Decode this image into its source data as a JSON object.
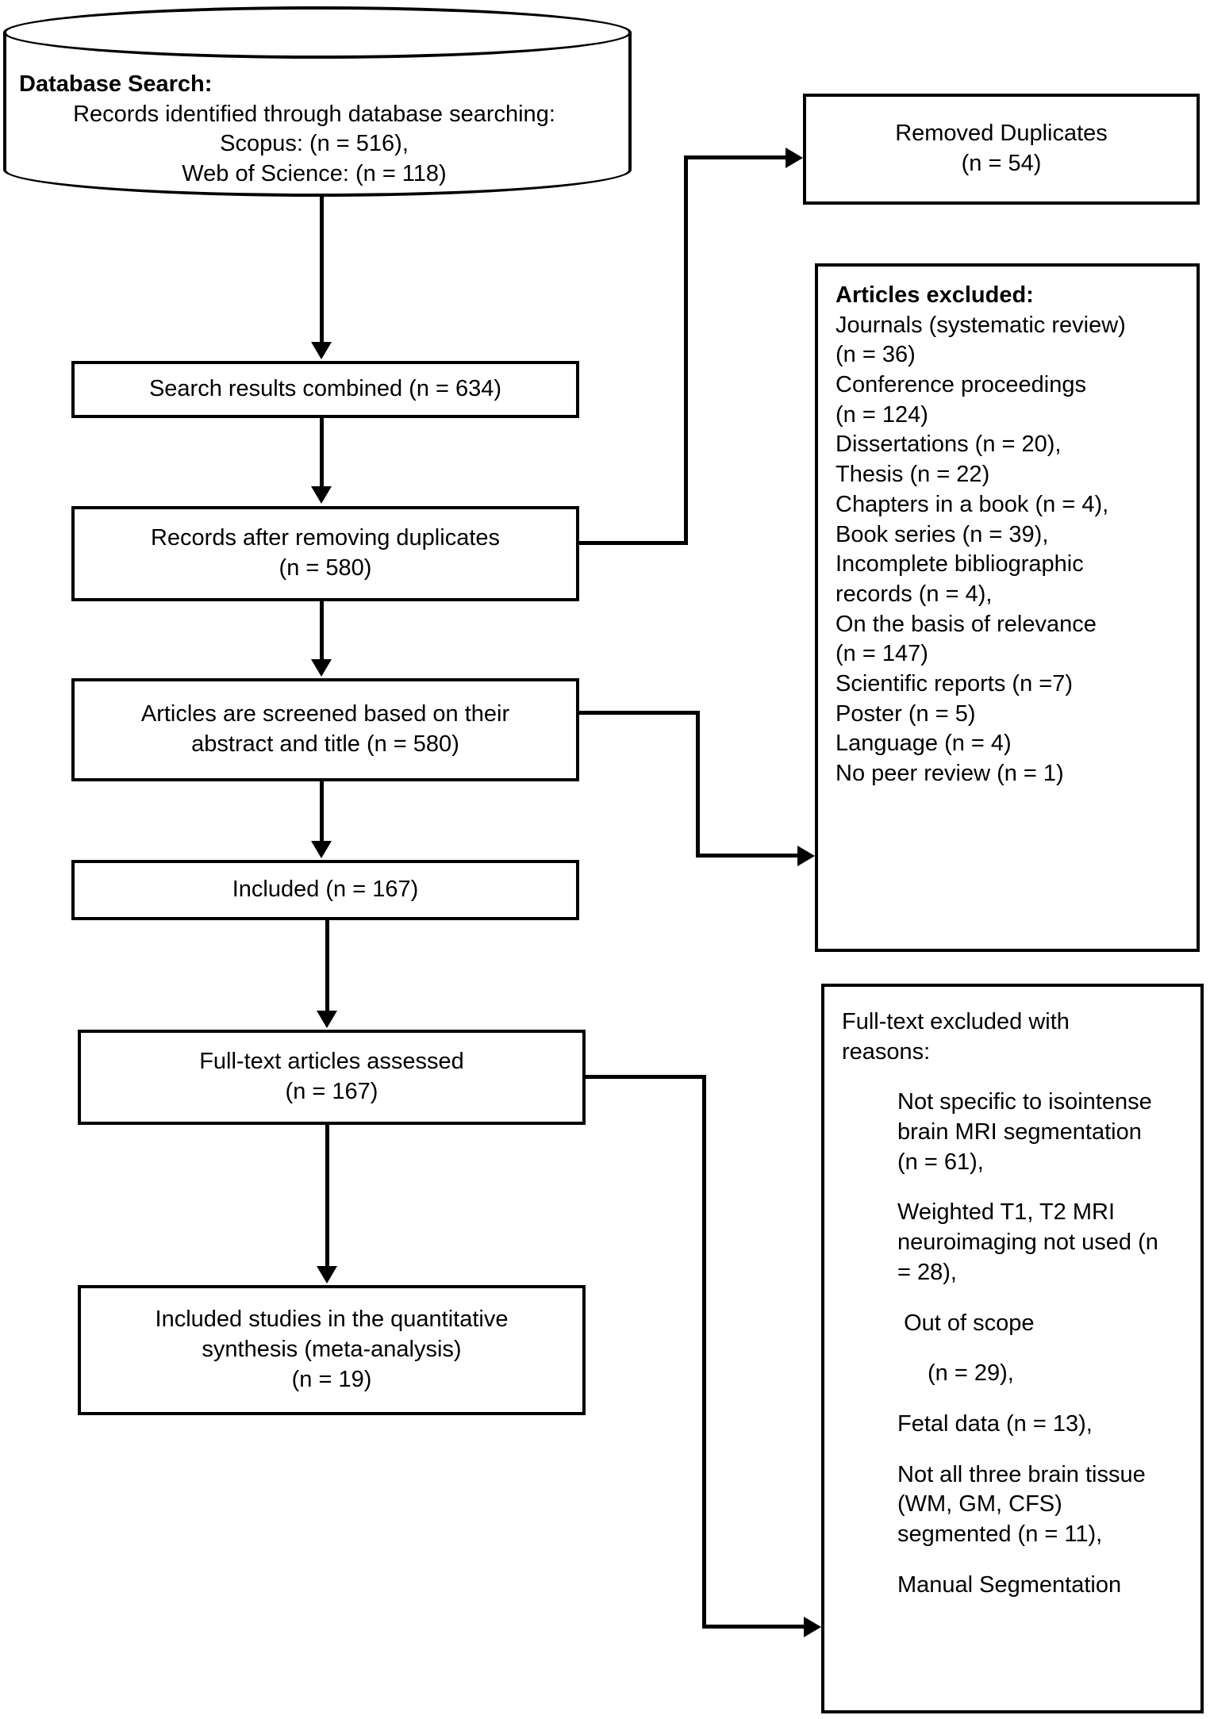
{
  "diagram": {
    "title": "PRISMA study selection flow diagram",
    "stroke_color": "#000000",
    "background_color": "#ffffff"
  },
  "database_node": {
    "heading": "Database Search:",
    "lines": [
      "Records identified through database searching:",
      "Scopus: (n = 516),",
      "Web of Science: (n = 118)"
    ]
  },
  "flow": {
    "search_combined": "Search results combined (n = 634)",
    "records_after_dupes_l1": "Records after removing duplicates",
    "records_after_dupes_l2": "(n = 580)",
    "screened_l1": "Articles are screened based on their",
    "screened_l2": "abstract and title (n = 580)",
    "included": "Included (n = 167)",
    "fulltext_l1": "Full-text articles assessed",
    "fulltext_l2": "(n = 167)",
    "final_l1": "Included studies in the quantitative",
    "final_l2": "synthesis (meta-analysis)",
    "final_l3": "(n = 19)"
  },
  "removed_duplicates": {
    "line1": "Removed Duplicates",
    "line2": "(n = 54)"
  },
  "articles_excluded": {
    "heading": "Articles excluded:",
    "lines": [
      "Journals (systematic review)",
      "(n = 36)",
      "Conference proceedings",
      "(n = 124)",
      "Dissertations (n = 20),",
      "Thesis (n = 22)",
      "Chapters in a book (n = 4),",
      "Book series (n = 39),",
      "Incomplete bibliographic",
      "records (n = 4),",
      "On the basis of relevance",
      "(n = 147)",
      "Scientific reports (n =7)",
      "Poster (n = 5)",
      "Language (n = 4)",
      "No peer review (n = 1)"
    ]
  },
  "fulltext_excluded": {
    "heading_l1": "Full-text excluded with",
    "heading_l2": "reasons:",
    "reasons": [
      {
        "lines": [
          "Not specific to isointense",
          "brain MRI segmentation",
          "(n = 61),"
        ],
        "indent": 1
      },
      {
        "lines": [
          "Weighted T1, T2 MRI",
          "neuroimaging not used (n",
          "= 28),"
        ],
        "indent": 1
      },
      {
        "lines": [
          " Out of scope"
        ],
        "indent": 1
      },
      {
        "lines": [
          "(n = 29),"
        ],
        "indent": 2
      },
      {
        "lines": [
          "Fetal data (n = 13),"
        ],
        "indent": 1
      },
      {
        "lines": [
          "Not all three brain tissue",
          "(WM, GM, CFS)",
          "segmented (n = 11),"
        ],
        "indent": 1
      },
      {
        "lines": [
          "Manual Segmentation"
        ],
        "indent": 1
      }
    ]
  },
  "counts": {
    "scopus": 516,
    "web_of_science": 118,
    "combined": 634,
    "duplicates_removed": 54,
    "after_duplicates": 580,
    "screened": 580,
    "included_after_screening": 167,
    "fulltext_assessed": 167,
    "final_included": 19
  }
}
